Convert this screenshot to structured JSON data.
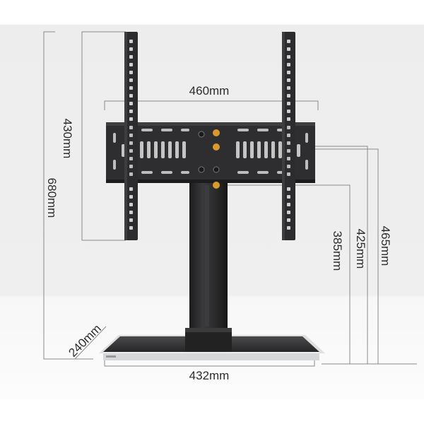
{
  "dimensions": {
    "bracket_width": "460mm",
    "bracket_height": "430mm",
    "overall_height": "680mm",
    "base_depth": "240mm",
    "base_width": "432mm",
    "height_low": "385mm",
    "height_mid": "425mm",
    "height_high": "465mm"
  },
  "colors": {
    "background_top": "#f1f1f1",
    "floor": "#fbfbfb",
    "metal": "#2d2d2f",
    "metal_edge": "#1a1a1b",
    "screw_gold": "#d9992e",
    "dimension_line": "#8a8a8a",
    "text": "#2c2c2c"
  }
}
